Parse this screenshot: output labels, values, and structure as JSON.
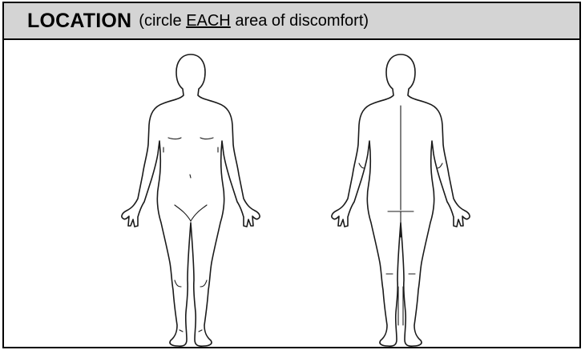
{
  "section": {
    "title": "LOCATION",
    "instruction_open": "(circle ",
    "instruction_emphasis": "EACH",
    "instruction_close": " area of discomfort)"
  },
  "figures": [
    {
      "view": "front",
      "icon": "body-outline-front"
    },
    {
      "view": "back",
      "icon": "body-outline-back"
    }
  ],
  "colors": {
    "header_background": "#d4d4d4",
    "border": "#000000",
    "ink": "#1a1a1a"
  }
}
